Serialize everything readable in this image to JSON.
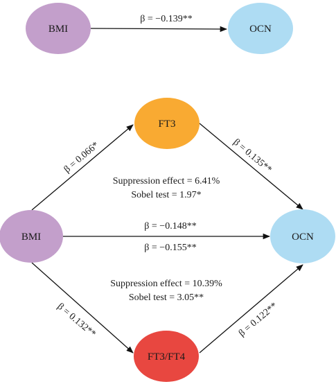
{
  "colors": {
    "bmi": "#c39fcb",
    "ocn": "#aedcf3",
    "ft3": "#f9aa32",
    "ft3ft4": "#e84740"
  },
  "top_model": {
    "bmi_label": "BMI",
    "ocn_label": "OCN",
    "beta_label": "β = −0.139**"
  },
  "mediation_model": {
    "bmi_label": "BMI",
    "ocn_label": "OCN",
    "ft3_label": "FT3",
    "ft3ft4_label": "FT3/FT4",
    "bmi_ft3_beta": "β = 0.066*",
    "ft3_ocn_beta": "β = 0.135**",
    "bmi_ft3ft4_beta": "β = 0.132**",
    "ft3ft4_ocn_beta": "β = 0.122**",
    "direct_beta_top": "β = −0.148**",
    "direct_beta_bottom": "β = −0.155**",
    "ft3_suppression": "Suppression effect = 6.41%",
    "ft3_sobel": "Sobel test = 1.97*",
    "ft3ft4_suppression": "Suppression effect = 10.39%",
    "ft3ft4_sobel": "Sobel test = 3.05**"
  }
}
